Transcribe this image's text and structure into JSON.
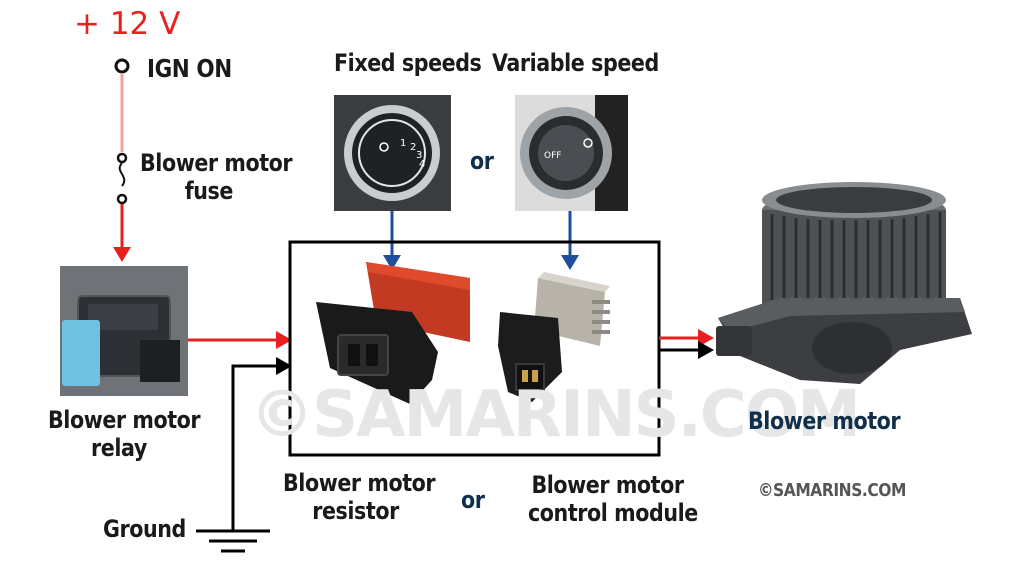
{
  "supply": {
    "voltage_label": "+ 12 V",
    "ign_label": "IGN ON"
  },
  "fuse": {
    "label_line1": "Blower motor",
    "label_line2": "fuse"
  },
  "switches": {
    "fixed_label": "Fixed speeds",
    "variable_label": "Variable speed",
    "or_label": "or",
    "fixed_dial_numbers": [
      "1",
      "2",
      "3",
      "4"
    ],
    "variable_dial_text": "OFF"
  },
  "relay": {
    "label_line1": "Blower motor",
    "label_line2": "relay"
  },
  "resistor": {
    "label_line1": "Blower motor",
    "label_line2": "resistor"
  },
  "between_label": "or",
  "control_module": {
    "label_line1": "Blower motor",
    "label_line2": "control module"
  },
  "blower": {
    "label": "Blower motor"
  },
  "ground": {
    "label": "Ground"
  },
  "copyright": "©SAMARINS.COM",
  "watermark": "©SAMARINS.COM",
  "colors": {
    "power_wire": "#e8201f",
    "signal_arrow": "#1f4e9c",
    "ground_wire": "#000000",
    "box_border": "#000000"
  }
}
